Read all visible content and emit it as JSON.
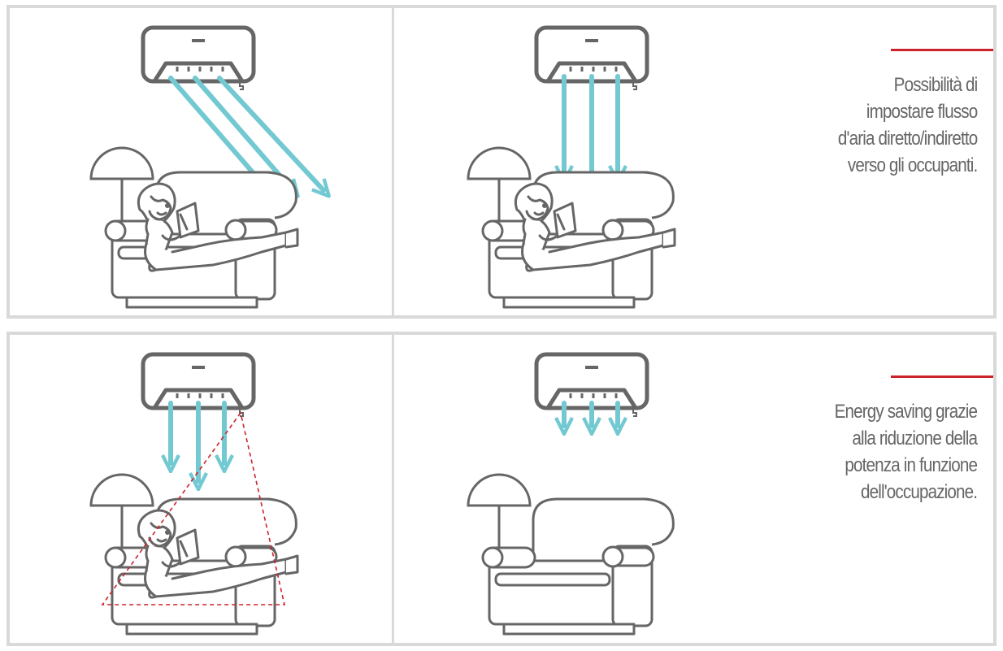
{
  "colors": {
    "line_art": "#666666",
    "airflow": "#73c9d2",
    "accent": "#cc2229",
    "frame": "#d9d9d9",
    "caption_text": "#666666"
  },
  "panels": [
    {
      "caption_lines": [
        "Possibilità di",
        "impostare flusso",
        "d'aria diretto/indiretto",
        "verso gli occupanti."
      ]
    },
    {
      "caption_lines": [
        "Energy saving grazie",
        "alla riduzione della",
        "potenza in funzione",
        "dell'occupazione."
      ]
    }
  ]
}
